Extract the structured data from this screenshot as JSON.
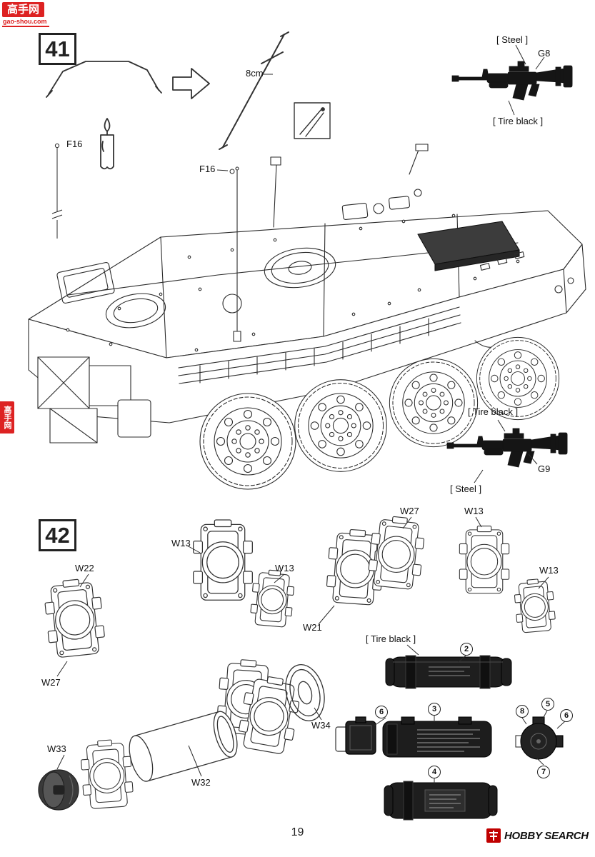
{
  "watermark": {
    "site_name": "高手网",
    "site_url": "gao-shou.com",
    "side_text": "高手网"
  },
  "step41": {
    "number": "41",
    "length_label": "8cm",
    "part_f16_a": "F16",
    "part_f16_b": "F16",
    "rifle_g8": {
      "finish_top": "[ Steel ]",
      "part": "G8",
      "finish_bottom": "[ Tire black ]"
    },
    "rifle_g9": {
      "finish_top": "[ Tire black ]",
      "part": "G9",
      "finish_bottom": "[ Steel ]"
    }
  },
  "step42": {
    "number": "42",
    "finish_note": "[ Tire black ]",
    "parts": {
      "w13_a": "W13",
      "w13_b": "W13",
      "w13_c": "W13",
      "w13_d": "W13",
      "w21": "W21",
      "w22": "W22",
      "w27_a": "W27",
      "w27_b": "W27",
      "w32": "W32",
      "w33": "W33",
      "w34": "W34"
    },
    "callouts": {
      "c2": "2",
      "c3": "3",
      "c4": "4",
      "c5": "5",
      "c6a": "6",
      "c6b": "6",
      "c7": "7",
      "c8": "8"
    }
  },
  "footer": {
    "page_number": "19",
    "brand_name": "HOBBY SEARCH"
  },
  "colors": {
    "accent_red": "#dd2222",
    "line_ink": "#2b2b2b",
    "part_dark": "#1e1e1e"
  }
}
